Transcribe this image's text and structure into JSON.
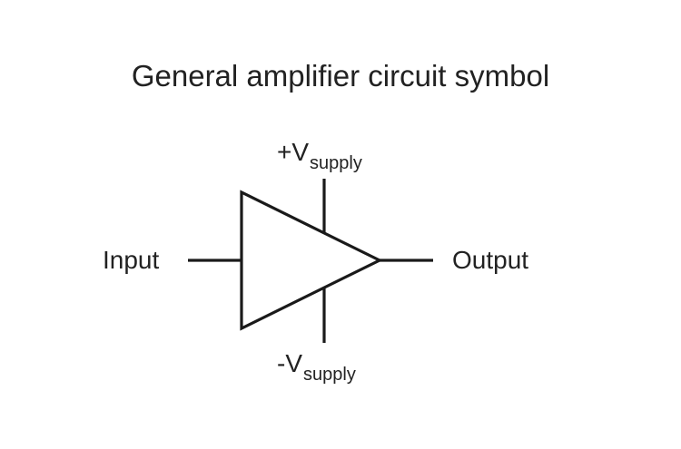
{
  "diagram": {
    "title": "General amplifier circuit symbol",
    "input_label": "Input",
    "output_label": "Output",
    "vpos_main": "+V",
    "vpos_sub": "supply",
    "vneg_main": "-V",
    "vneg_sub": "supply",
    "line_color": "#1a1a1a"
  }
}
